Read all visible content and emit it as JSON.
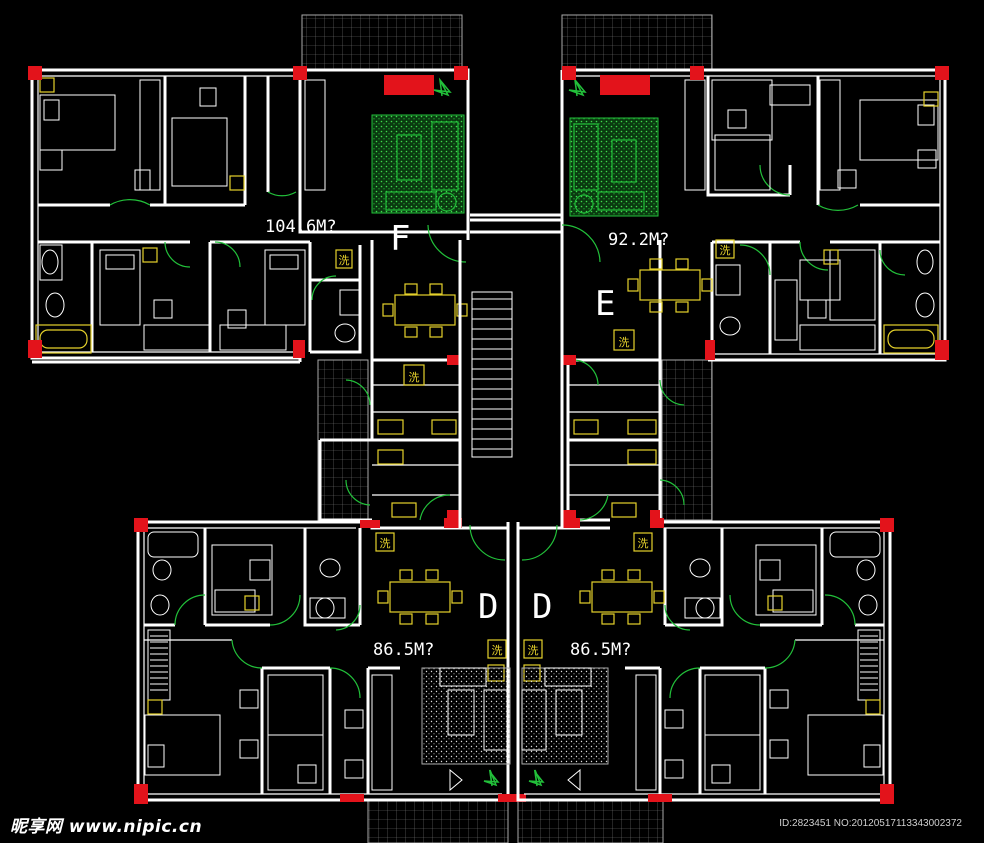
{
  "units": {
    "F": {
      "letter": "F",
      "area": "104.6M?"
    },
    "E": {
      "letter": "E",
      "area": "92.2M?"
    },
    "D_left": {
      "letter": "D",
      "area": "86.5M?"
    },
    "D_right": {
      "letter": "D",
      "area": "86.5M?"
    }
  },
  "fixture_glyph": "洗",
  "watermark": {
    "site": "昵享网 www.nipic.cn",
    "id": "ID:2823451 NO:20120517113343002372"
  },
  "colors": {
    "wall": "#ffffff",
    "furniture": "#22c03a",
    "fixtures": "#e5d12b",
    "columns": "#e3131b",
    "background": "#000000"
  }
}
